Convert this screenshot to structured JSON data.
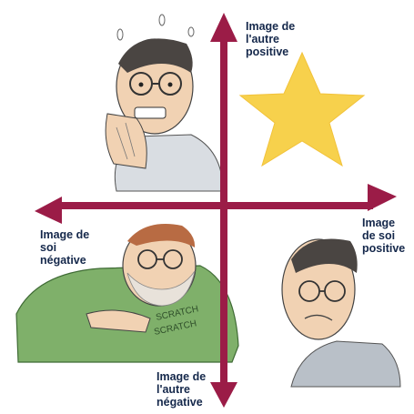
{
  "colors": {
    "axis": "#9b1c47",
    "label": "#15284b",
    "star": "#f7d14c",
    "sweater": "#7fb06a",
    "skin": "#f1d2b3",
    "shirt": "#b9c0c8"
  },
  "axes": {
    "top": {
      "lines": [
        "Image de",
        "l'autre",
        "positive"
      ]
    },
    "left": {
      "lines": [
        "Image de",
        "soi",
        "négative"
      ]
    },
    "right": {
      "lines": [
        "Image",
        "de soi",
        "positive"
      ]
    },
    "bottom": {
      "lines": [
        "Image de",
        "l'autre",
        "négative"
      ]
    }
  },
  "figures": {
    "shirt_text": [
      "SCRATCH",
      "SCRATCH"
    ],
    "icons": [
      "anxious-man-illustration",
      "star-icon",
      "bearded-man-illustration",
      "sad-man-illustration"
    ]
  }
}
